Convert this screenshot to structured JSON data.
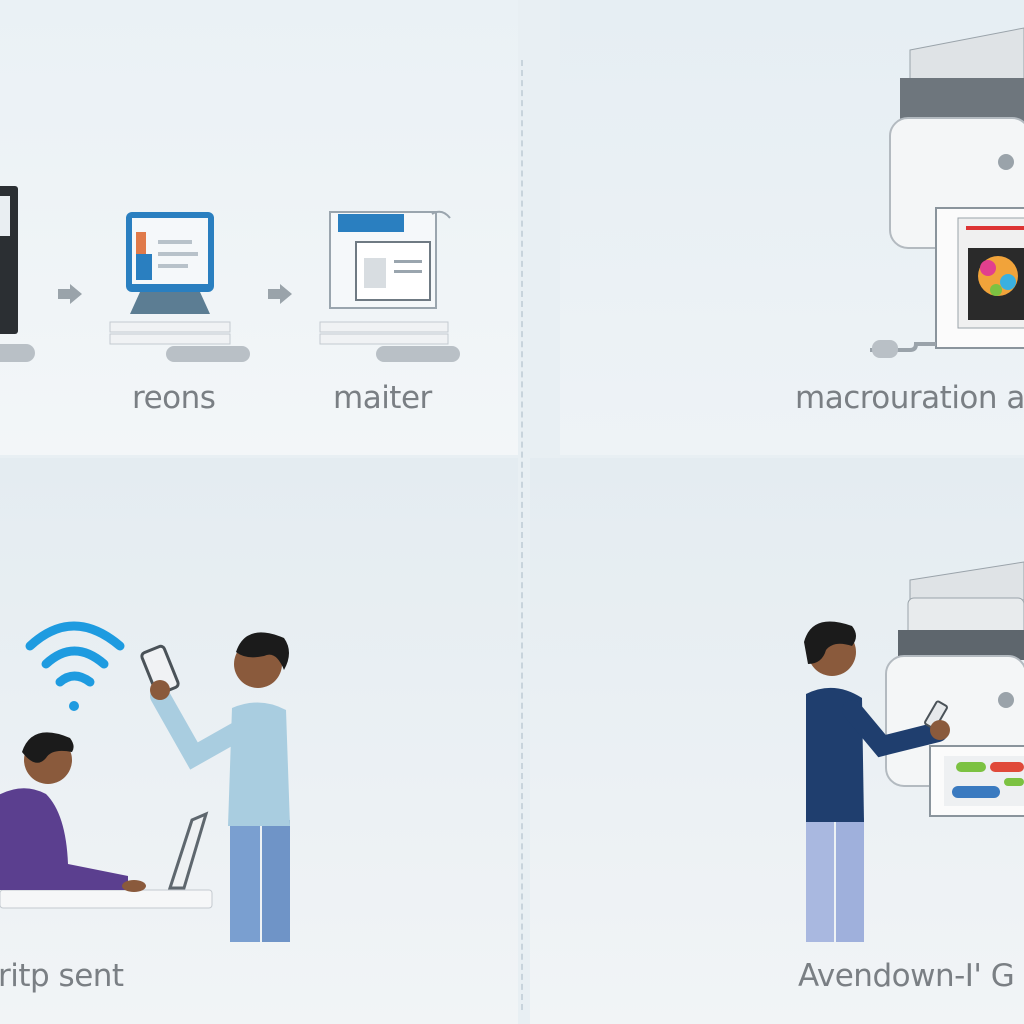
{
  "labels": {
    "step_two": "reons",
    "step_three": "maiter",
    "top_right": "macrouration a",
    "bottom_left": "ritp sent",
    "bottom_right": "Avendown-I' G"
  },
  "colors": {
    "wifi": "#1e9be0",
    "screen_blue": "#2a7fc0",
    "person_purple": "#5b3f8f",
    "shirt_light_blue": "#a9cde0",
    "shirt_navy": "#1f3e6e",
    "pants_blue": "#7a9fd0"
  }
}
